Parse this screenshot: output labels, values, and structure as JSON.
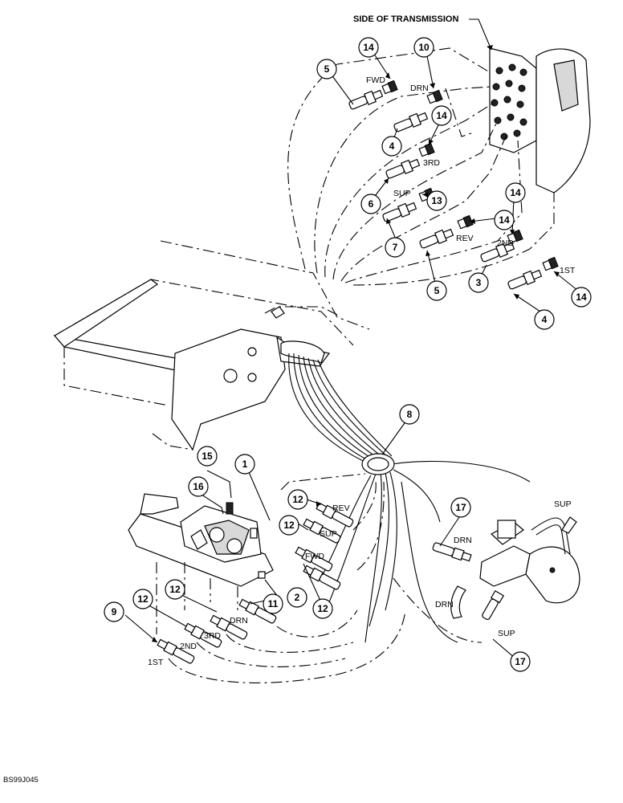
{
  "header_label": "SIDE OF TRANSMISSION",
  "figure_ref": "BS99J045",
  "callouts": [
    "1",
    "2",
    "3",
    "4",
    "5",
    "6",
    "7",
    "8",
    "9",
    "10",
    "11",
    "12",
    "13",
    "14",
    "15",
    "16",
    "17"
  ],
  "port_labels": {
    "fwd": "FWD",
    "drn": "DRN",
    "third": "3RD",
    "sup": "SUP",
    "rev": "REV",
    "second": "2ND",
    "first": "1ST"
  }
}
